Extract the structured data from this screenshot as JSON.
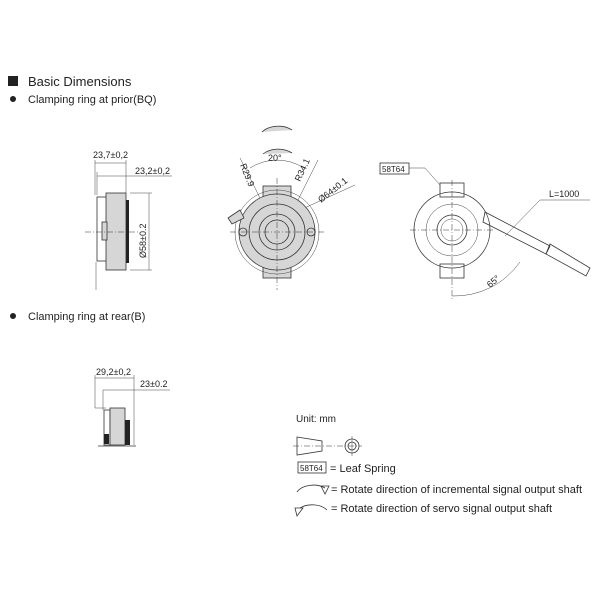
{
  "section_title": "Basic Dimensions",
  "variants": [
    {
      "label": "Clamping ring at prior(BQ)",
      "dims": {
        "overall": "23,7±0,2",
        "body": "23,2±0,2",
        "diameter": "Ø58±0.2",
        "angle": "20°",
        "r1": "R29.9",
        "r2": "R34.1",
        "mount_dia": "Ø64±0.1"
      }
    },
    {
      "label": "Clamping ring at rear(B)",
      "dims": {
        "overall": "29,2±0,2",
        "body": "23±0.2"
      }
    }
  ],
  "rear_view": {
    "part_tag": "58T64",
    "cable_length": "L=1000",
    "cable_angle": "65°"
  },
  "legend": {
    "unit": "Unit: mm",
    "tag": "58T64",
    "tag_desc": "= Leaf Spring",
    "cw_desc": "= Rotate direction of incremental signal output shaft",
    "ccw_desc": "= Rotate direction of servo signal output shaft"
  }
}
